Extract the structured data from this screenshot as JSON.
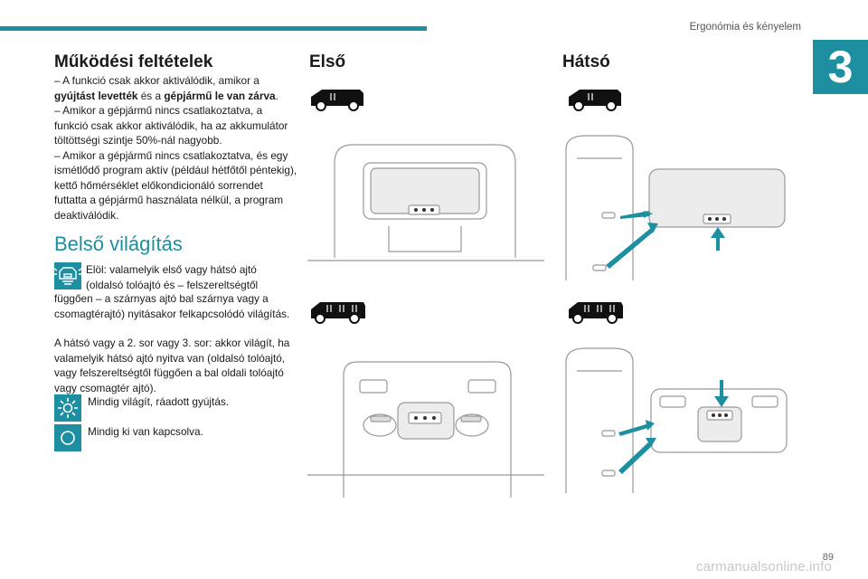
{
  "header": {
    "running_head": "Ergonómia és kényelem",
    "chapter_number": "3"
  },
  "conditions": {
    "title": "Működési feltételek",
    "items": [
      {
        "prefix": "–  A funkció csak akkor aktiválódik, amikor a ",
        "bold1": "gyújtást levették",
        "mid": " és a ",
        "bold2": "gépjármű le van zárva",
        "suffix": "."
      },
      {
        "text": "–  Amikor a gépjármű nincs csatlakoztatva, a funkció csak akkor aktiválódik, ha az akkumulátor töltöttségi szintje 50%-nál nagyobb."
      },
      {
        "text": "–  Amikor a gépjármű nincs csatlakoztatva, és egy ismétlődő program aktív (például hétfőtől péntekig), kettő hőmérséklet előkondicionáló sorrendet futtatta a gépjármű használata nélkül, a program deaktiválódik."
      }
    ]
  },
  "interior_lighting": {
    "title": "Belső világítás",
    "door_mode_first": "Elöl: valamelyik első vagy hátsó ajtó (oldalsó tolóajtó és – felszereltségtől",
    "door_mode_rest": "függően – a szárnyas ajtó bal szárnya vagy a csomagtérajtó) nyitásakor felkapcsolódó világítás.",
    "door_mode_rear": "A hátsó vagy a 2. sor vagy 3. sor: akkor világít, ha valamelyik hátsó ajtó nyitva van (oldalsó tolóajtó, vagy felszereltségtől függően a bal oldali tolóajtó vagy csomagtér ajtó).",
    "always_on": "Mindig világít, ráadott gyújtás.",
    "always_off": "Mindig ki van kapcsolva."
  },
  "columns": {
    "front": "Első",
    "rear": "Hátsó"
  },
  "page_number": "89",
  "watermark": "carmanualsonline.info",
  "colors": {
    "accent": "#1e8fa0",
    "text": "#1a1a1a"
  }
}
